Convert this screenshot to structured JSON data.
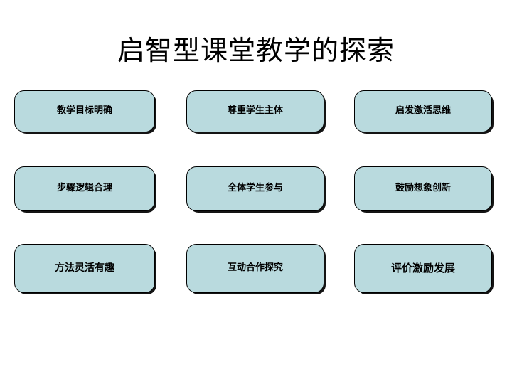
{
  "slide": {
    "title": "启智型课堂教学的探索",
    "background_color": "#ffffff",
    "title_color": "#000000"
  },
  "style": {
    "card_fill_color": "#b9dade",
    "card_border_color": "#000000",
    "card_text_color": "#000000"
  },
  "cards": [
    {
      "id": "teaching-goal",
      "label": "教学目标明确",
      "row": 1,
      "column": 1
    },
    {
      "id": "respect-student",
      "label": "尊重学生主体",
      "row": 1,
      "column": 2
    },
    {
      "id": "inspire-thinking",
      "label": "启发激活思维",
      "row": 1,
      "column": 3
    },
    {
      "id": "logical-steps",
      "label": "步骤逻辑合理",
      "row": 2,
      "column": 1
    },
    {
      "id": "all-participate",
      "label": "全体学生参与",
      "row": 2,
      "column": 2
    },
    {
      "id": "encourage-innovation",
      "label": "鼓励想象创新",
      "row": 2,
      "column": 3
    },
    {
      "id": "flexible-methods",
      "label": "方法灵活有趣",
      "row": 3,
      "column": 1
    },
    {
      "id": "interactive-inquiry",
      "label": "互动合作探究",
      "row": 3,
      "column": 2
    },
    {
      "id": "evaluation-development",
      "label": "评价激励发展",
      "row": 3,
      "column": 3
    }
  ]
}
